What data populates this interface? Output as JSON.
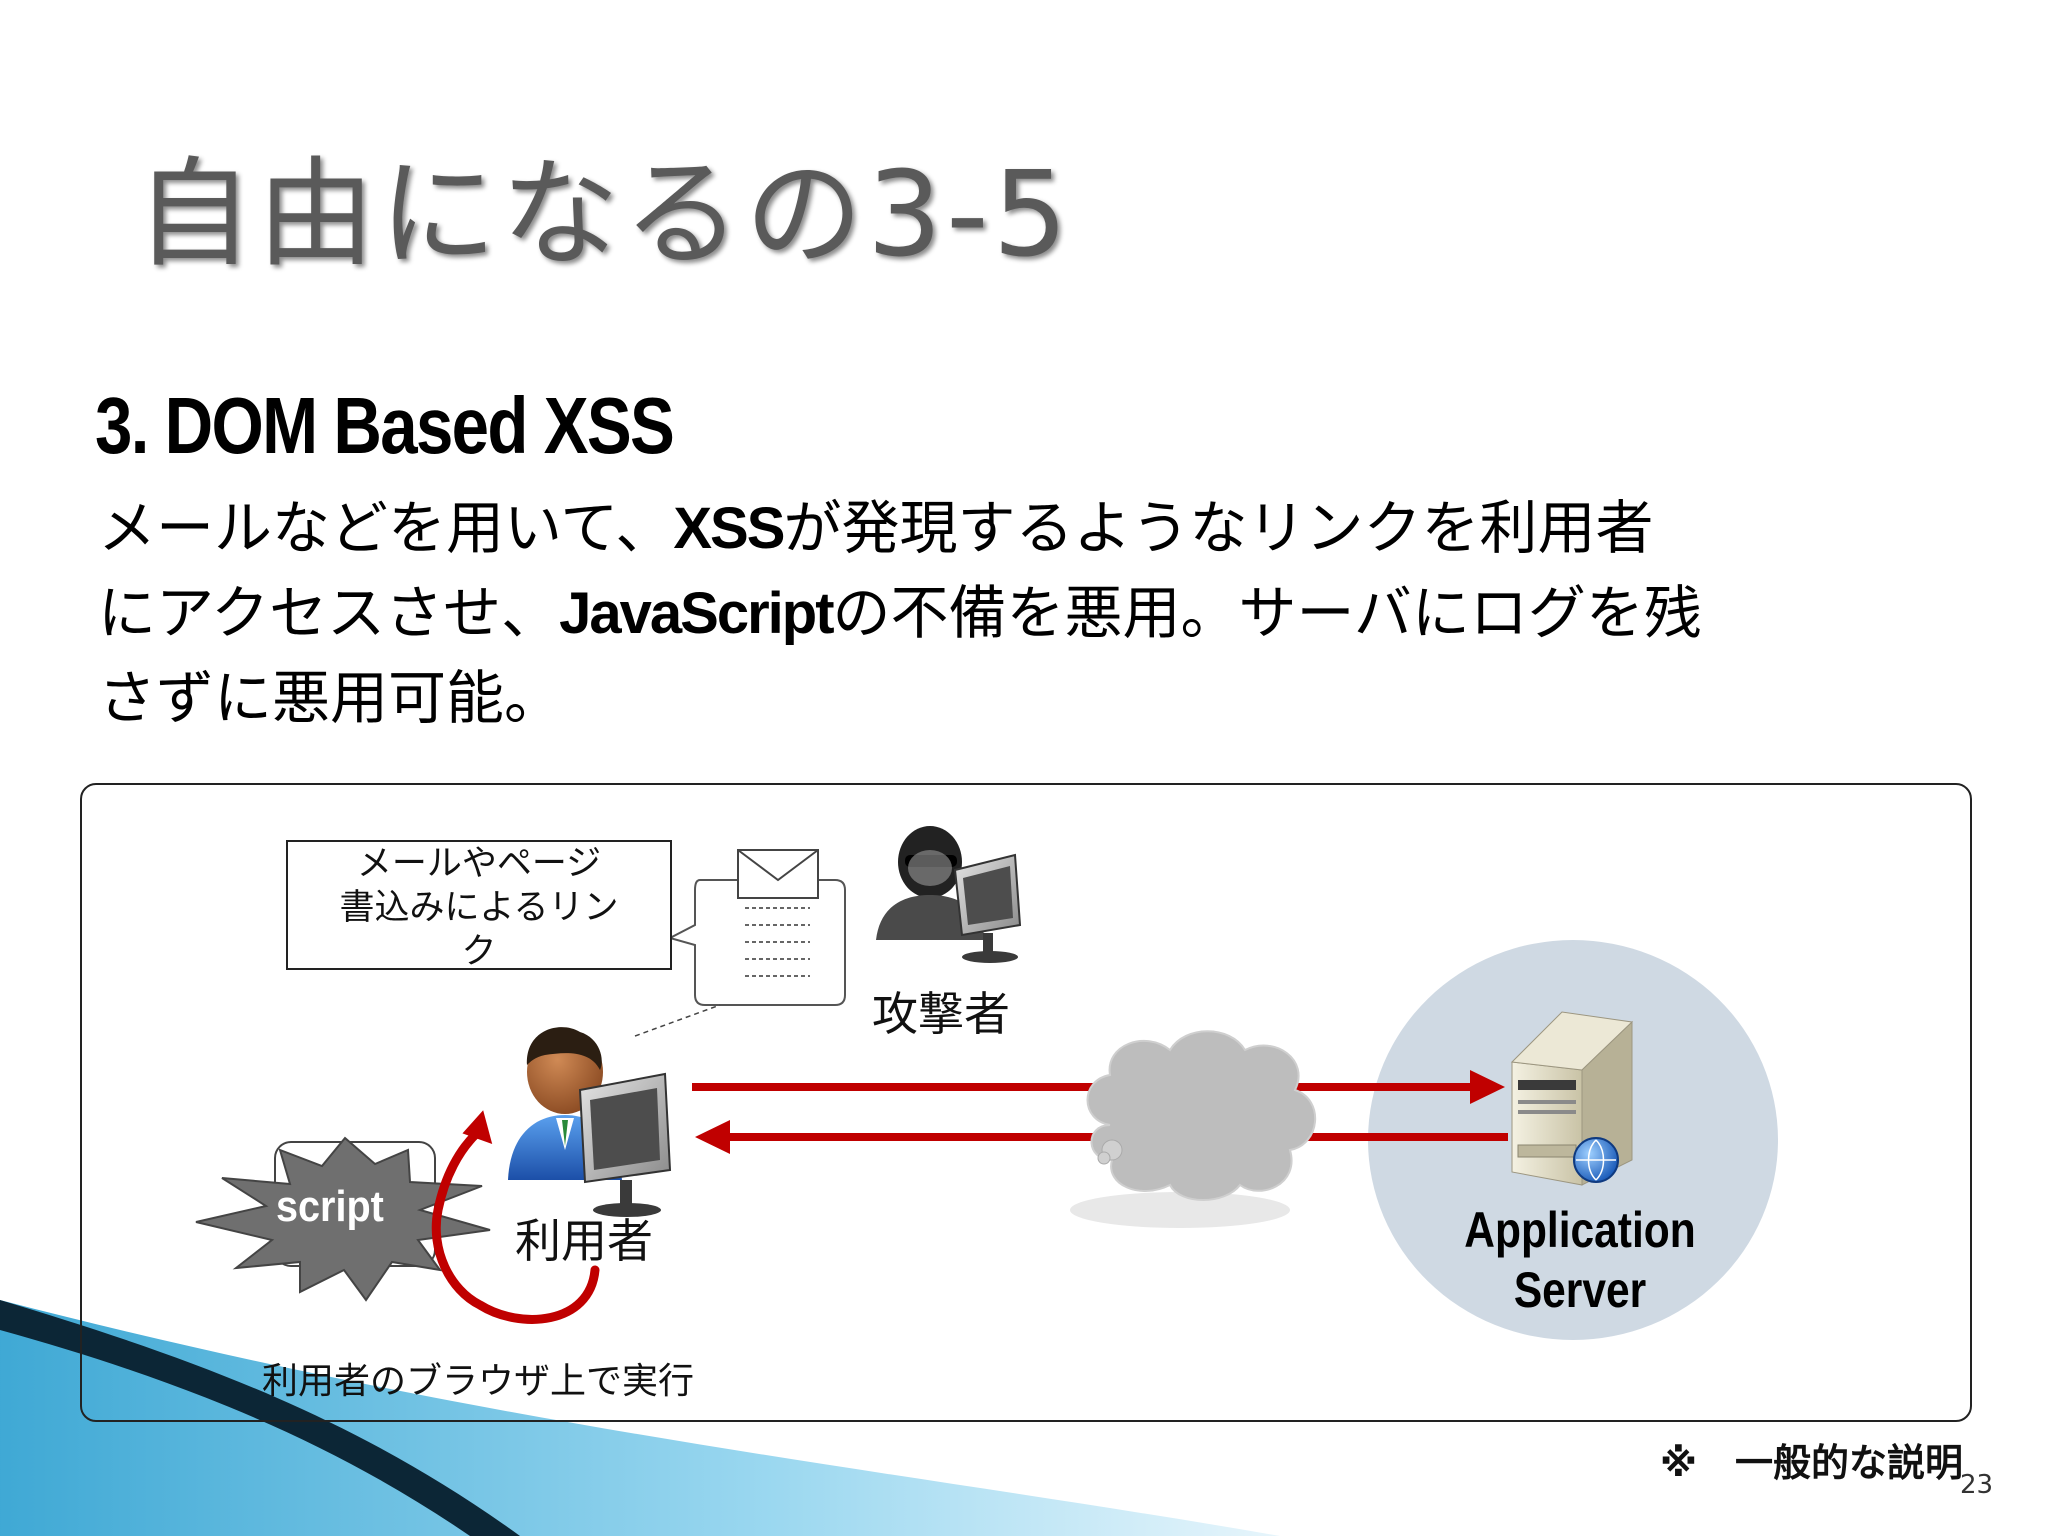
{
  "slide": {
    "title": "自由になるの3-5",
    "heading": "3. DOM Based XSS",
    "body": {
      "line1_part1": "メールなどを用いて、",
      "line1_emph": "XSS",
      "line1_part2": "が発現するようなリンクを利用者",
      "line2_part1": "にアクセスさせ、",
      "line2_emph": "JavaScript",
      "line2_part2": "の不備を悪用。サーバにログを残",
      "line3": "さずに悪用可能。"
    },
    "diagram": {
      "callout_line1": "メールやページ",
      "callout_line2": "書込みによるリン",
      "callout_line3": "ク",
      "attacker_label": "攻撃者",
      "user_label": "利用者",
      "script_label": "script",
      "server_line1": "Application",
      "server_line2": "Server",
      "browser_caption": "利用者のブラウザ上で実行"
    },
    "footnote": "※　一般的な説明",
    "page_number": "23",
    "colors": {
      "arrow_red": "#c00000",
      "server_circle": "#cfd9e3",
      "cloud_gray": "#bdbdbd",
      "title_gray": "#5a5a5a",
      "bottom_wave_blue": "#5bbde0"
    }
  }
}
